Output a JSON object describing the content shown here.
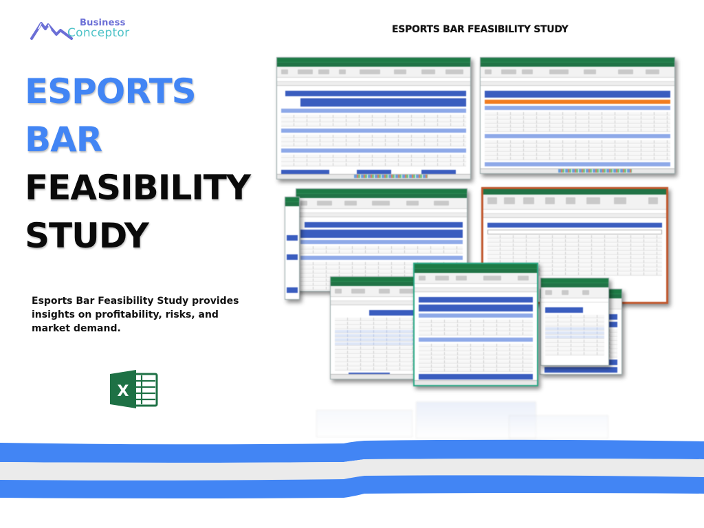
{
  "logo": {
    "line1": "Business",
    "line2": "Conceptor",
    "colors": {
      "mountain": "#6b6fd6",
      "line1": "#6b6fd6",
      "line2": "#4fc3c8"
    }
  },
  "header": {
    "title": "ESPORTS BAR FEASIBILITY STUDY"
  },
  "hero": {
    "line1": "ESPORTS",
    "line2": "BAR",
    "line3": "FEASIBILITY",
    "line4": "STUDY",
    "colors": {
      "accent": "#4285f4",
      "dark": "#0a0a0a"
    }
  },
  "description": "Esports Bar Feasibility Study provides insights on profitability, risks, and market demand.",
  "icon": {
    "name": "excel-icon",
    "glyph": "X",
    "color": "#1e7145"
  },
  "screenshots": [
    {
      "name": "revenue-calculation-sheet",
      "header_color": "#3a5dbf"
    },
    {
      "name": "monthly-breakdown-sheet",
      "header_color": "#3a5dbf",
      "accent_color": "#f27d20"
    },
    {
      "name": "cash-flow-plan-sheet",
      "header_color": "#3a5dbf"
    },
    {
      "name": "financing-needs-sheet",
      "header_color": "#3a5dbf"
    },
    {
      "name": "working-capital-sheet",
      "header_color": "#3a5dbf"
    },
    {
      "name": "income-statement-sheet",
      "header_color": "#3a5dbf"
    },
    {
      "name": "small-sheet-1",
      "header_color": "#3a5dbf"
    },
    {
      "name": "small-sheet-2",
      "header_color": "#3a5dbf"
    }
  ],
  "stripes": {
    "blue": "#4285f4",
    "gray": "#ebebeb"
  }
}
